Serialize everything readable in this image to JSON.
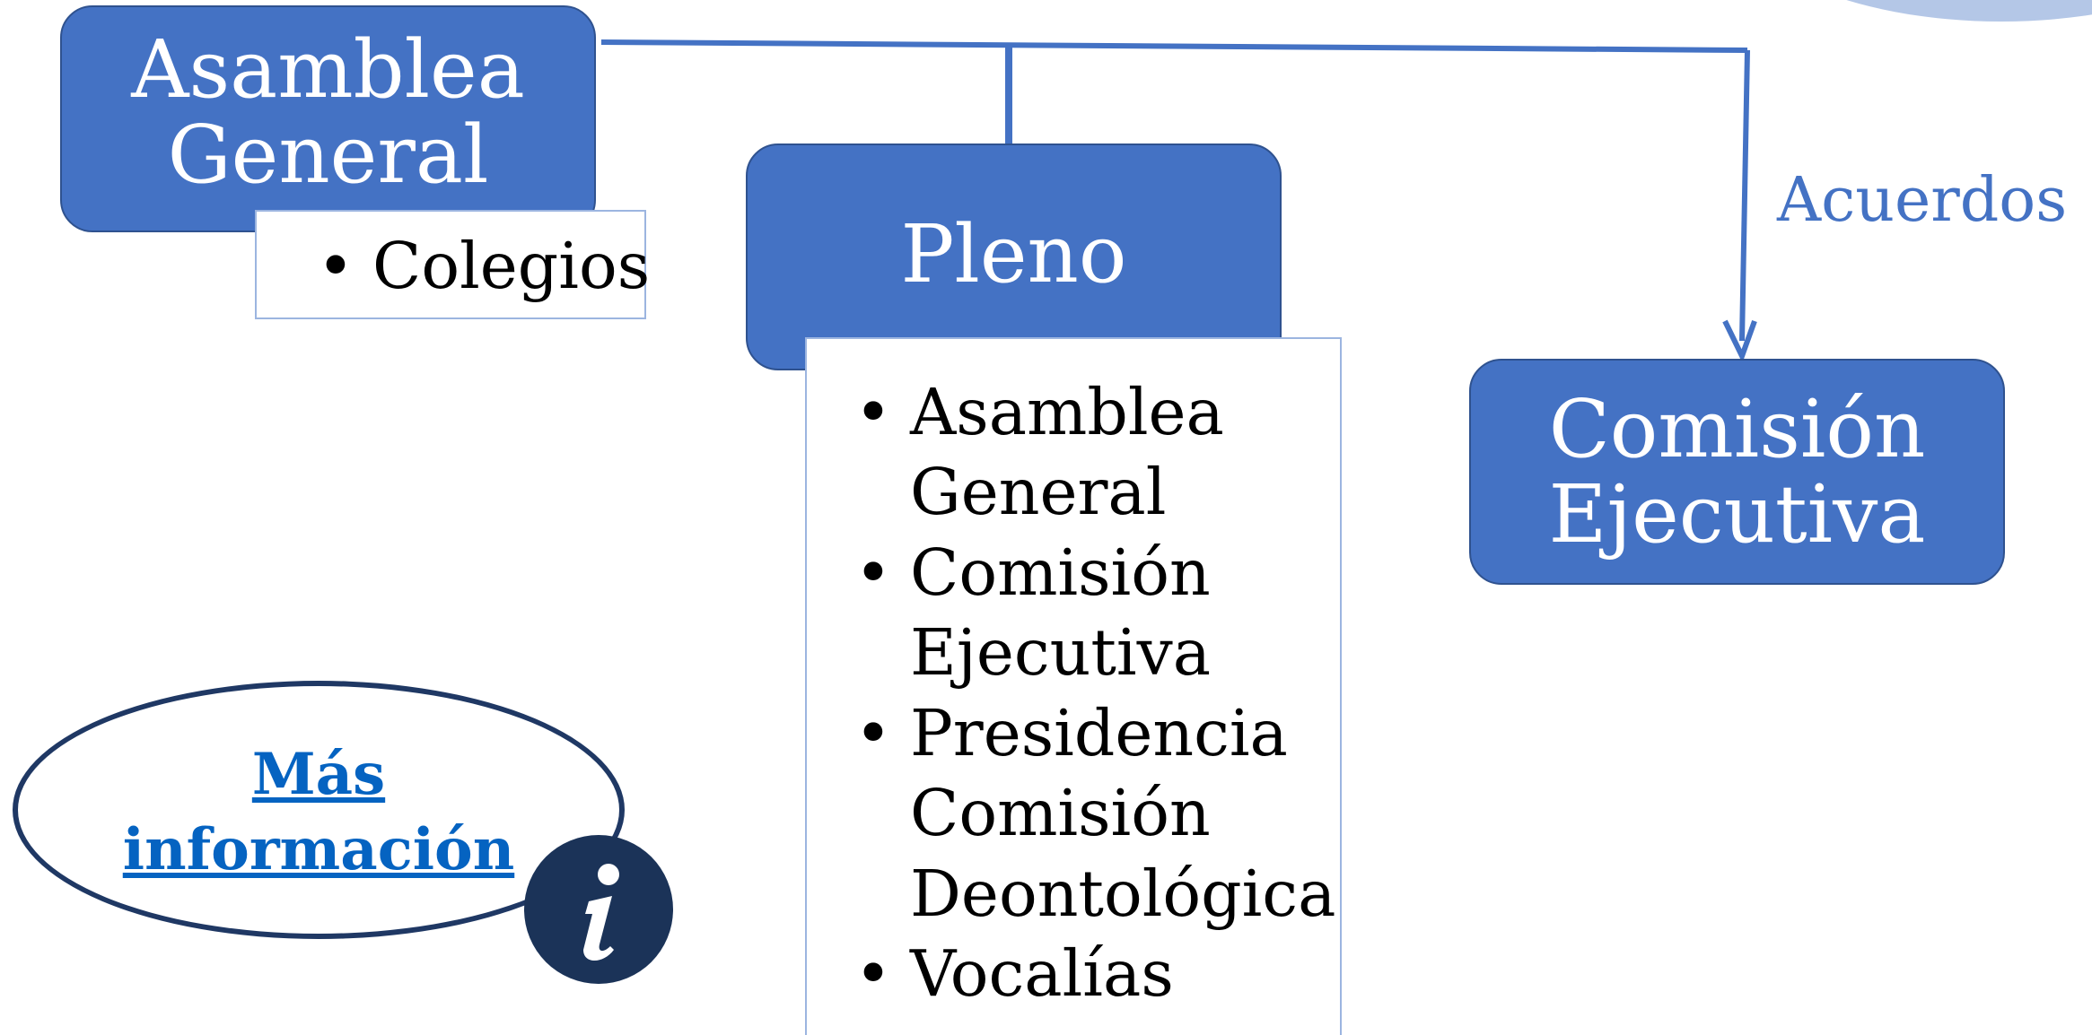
{
  "diagram": {
    "nodes": {
      "asamblea": {
        "lines": [
          "Asamblea",
          "General"
        ]
      },
      "pleno": {
        "lines": [
          "Pleno"
        ]
      },
      "comision": {
        "lines": [
          "Comisión",
          "Ejecutiva"
        ]
      }
    },
    "sub_lists": {
      "asamblea": {
        "items": [
          "Colegios"
        ]
      },
      "pleno": {
        "items": [
          {
            "lines": [
              "Asamblea",
              "General"
            ]
          },
          {
            "lines": [
              "Comisión",
              "Ejecutiva"
            ]
          },
          {
            "lines": [
              "Presidencia",
              "Comisión",
              "Deontológica"
            ]
          },
          {
            "lines": [
              "Vocalías"
            ]
          }
        ]
      }
    },
    "edge_label": "Acuerdos",
    "bullet": "•"
  },
  "info_link": {
    "lines": [
      "Más",
      "información"
    ],
    "icon": "info-icon"
  },
  "colors": {
    "node_fill": "#4472c4",
    "node_border": "#2f528f",
    "connector": "#4472c4",
    "link": "#0563c1",
    "oval_border": "#1f3864",
    "info_icon_bg": "#1b3358",
    "decoration": "#b4c7e7"
  }
}
